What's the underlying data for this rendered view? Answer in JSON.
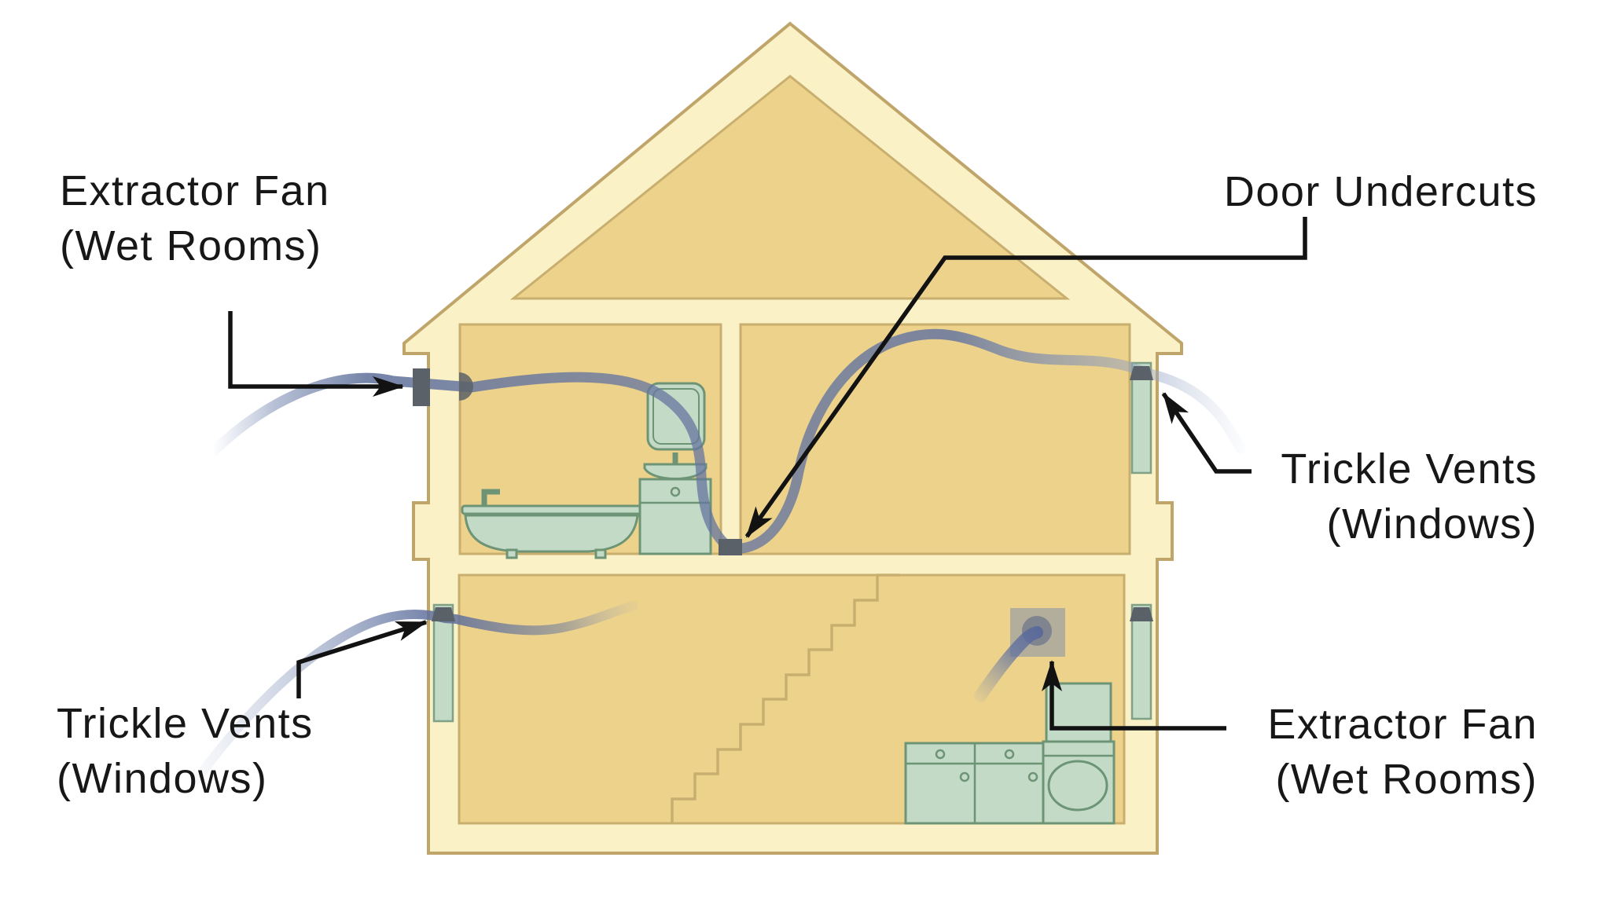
{
  "diagram_type": "house-cross-section-ventilation-diagram",
  "labels": {
    "extractor_fan_upper": {
      "line1": "Extractor Fan",
      "line2": "(Wet Rooms)"
    },
    "door_undercuts": {
      "line1": "Door Undercuts"
    },
    "trickle_vents_right": {
      "line1": "Trickle Vents",
      "line2": "(Windows)"
    },
    "trickle_vents_lower_left": {
      "line1": "Trickle Vents",
      "line2": "(Windows)"
    },
    "extractor_fan_lower": {
      "line1": "Extractor Fan",
      "line2": "(Wet Rooms)"
    }
  },
  "colors": {
    "wall_cream": "#FBF1C7",
    "wall_outline": "#BFA56A",
    "interior_yellow": "#EDD28C",
    "interior_line": "#C9AF6F",
    "fixture_green": "#C2DAC6",
    "fixture_outline": "#6E9476",
    "vent_gray": "#5B6168",
    "fan_gray": "#8C94A6",
    "airflow_blue": "#66769F",
    "leader_black": "#121212",
    "label_text": "#171717",
    "background": "#FFFFFF"
  }
}
